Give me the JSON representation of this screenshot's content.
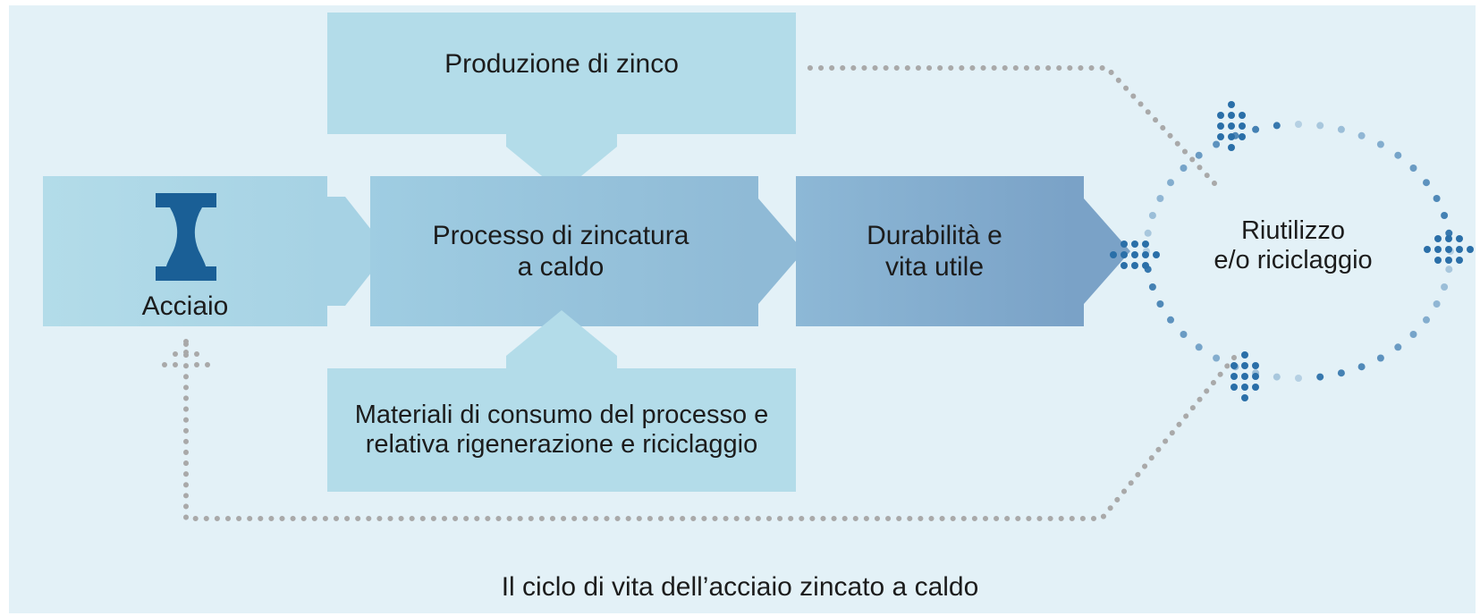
{
  "diagram": {
    "nodes": {
      "zinco": "Produzione di zinco",
      "processo_line1": "Processo di zincatura",
      "processo_line2": "a caldo",
      "durabilita_line1": "Durabilità e",
      "durabilita_line2": "vita utile",
      "acciaio": "Acciaio",
      "materiali_line1": "Materiali di consumo del processo e",
      "materiali_line2": "relativa rigenerazione e riciclaggio",
      "riutilizzo_line1": "Riutilizzo",
      "riutilizzo_line2": "e/o riciclaggio"
    },
    "caption": "Il ciclo di vita dell’acciaio zincato a caldo",
    "colors": {
      "panel_bg": "#e3f1f7",
      "box_light": "#b3dce9",
      "box_mid": "#92bcd8",
      "box_dark": "#7aa3c8",
      "steel_icon": "#1a5f96",
      "dotted_gray": "#a9a9a9",
      "dot_blue": "#2a6fa8"
    },
    "icons": {
      "steel": "i-beam-icon",
      "recycle": "dotted-cycle-icon"
    }
  }
}
